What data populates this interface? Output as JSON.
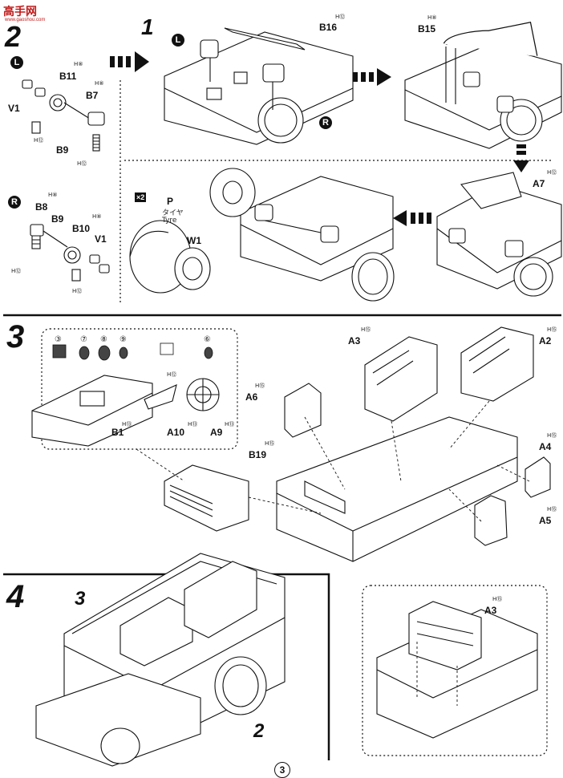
{
  "watermark": {
    "name": "高手网",
    "url": "www.gaoshou.com"
  },
  "page_number": "3",
  "step2": {
    "number": "2",
    "side_left": {
      "badge": "L",
      "parts": [
        "B11",
        "B7",
        "V1",
        "B9"
      ],
      "tags": [
        "H⑧",
        "H⑧",
        "H⑫",
        "H⑫"
      ]
    },
    "side_right": {
      "badge": "R",
      "parts": [
        "B8",
        "B9",
        "B10",
        "V1"
      ],
      "tags": [
        "H⑧",
        "H⑧",
        "H⑫",
        "H⑫"
      ]
    },
    "sub1": {
      "number": "1",
      "parts": [
        "B16",
        "B15"
      ],
      "tags": [
        "H⑫",
        "H⑧"
      ],
      "badges": [
        "L",
        "R"
      ]
    },
    "wheels": {
      "count": "×2",
      "part": "P",
      "jp_label": "タイヤ",
      "en_label": "Tyre",
      "wheel_part": "W1"
    },
    "front": {
      "part": "A7",
      "tag": "H⑫"
    }
  },
  "step3": {
    "number": "3",
    "paints": [
      "③",
      "⑦",
      "⑧",
      "⑨",
      "⑥"
    ],
    "dash_parts": [
      "B1",
      "A10",
      "A9"
    ],
    "dash_tags": [
      "H⑫",
      "H⑬",
      "H⑬",
      "H⑬"
    ],
    "seats": [
      {
        "part": "A3",
        "tag": "H⑮"
      },
      {
        "part": "A2",
        "tag": "H⑮"
      },
      {
        "part": "A6",
        "tag": "H⑮"
      },
      {
        "part": "B19",
        "tag": "H⑮"
      },
      {
        "part": "A4",
        "tag": "H⑮"
      },
      {
        "part": "A5",
        "tag": "H⑮"
      }
    ]
  },
  "step4": {
    "number": "4",
    "callouts": [
      "3",
      "2"
    ],
    "detail": {
      "part": "A3",
      "tag": "H⑮"
    }
  }
}
